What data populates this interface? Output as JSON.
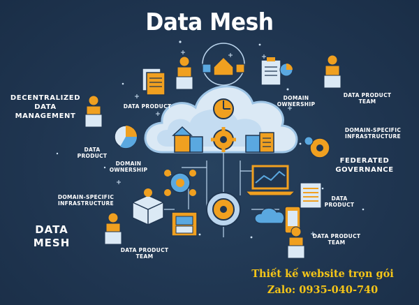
{
  "title": "Data Mesh",
  "labels": {
    "decentralized": "DECENTRALIZED DATA MANAGEMENT",
    "data_product_left": "DATA PRODUCT",
    "domain_ownership_top": "DOMAIN OWNERSHIP",
    "data_product_team_top": "DATA PRODUCT TEAM",
    "data_product_mid": "DATA PRODUCT",
    "domain_ownership_left": "DOMAIN OWNERSHIP",
    "domain_infra_right": "DOMAIN-SPECIFIC INFRASTRUCTURE",
    "federated_governance": "FEDERATED GOVERNANCE",
    "domain_infra_left": "DOMAIN-SPECIFIC INFRASTRUCTURE",
    "data_product_right": "DATA PRODUCT",
    "data_mesh_corner": "DATA MESH",
    "data_product_team_bottom": "DATA PRODUCT TEAM",
    "data_product_team_right": "DATA PRODUCT TEAM"
  },
  "promo": {
    "line1": "Thiết kế website trọn gói",
    "line2": "Zalo: 0935-040-740"
  },
  "colors": {
    "background": "#1f3550",
    "accent_orange": "#f0a020",
    "accent_blue": "#5aa8e0",
    "cloud": "#dbe9f5",
    "promo": "#f5c518"
  }
}
